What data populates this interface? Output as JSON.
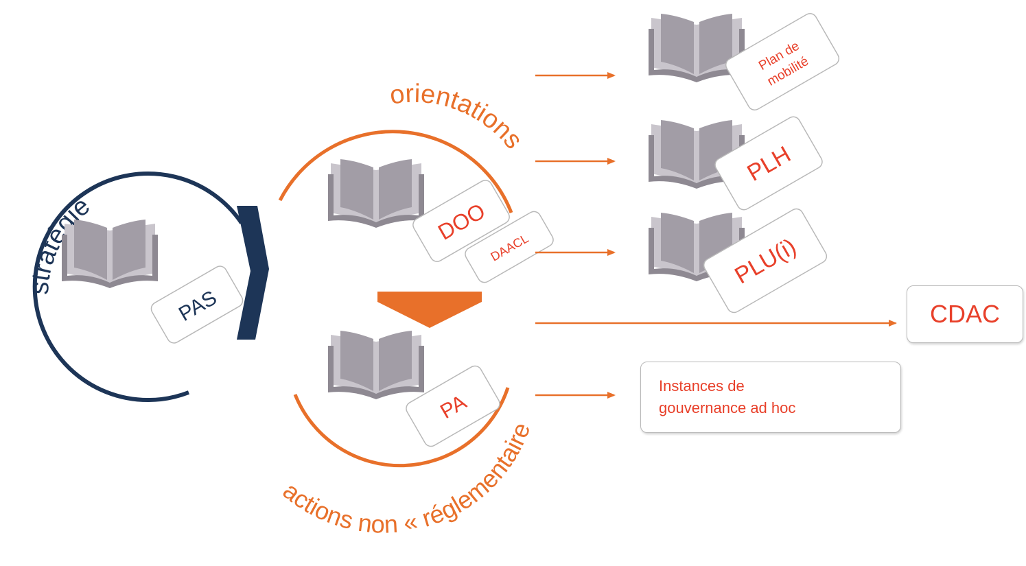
{
  "colors": {
    "navy": "#1d3557",
    "orange": "#e8702a",
    "red": "#e8402a",
    "book": "#9f9aa3",
    "book_light": "#c4c0c7"
  },
  "labels": {
    "strategie": "stratégie",
    "orientations": "orientations",
    "actions": "actions non « réglementaires »"
  },
  "documents": {
    "pas": "PAS",
    "doo": "DOO",
    "daacl": "DAACL",
    "pa": "PA",
    "plan_mobilite_line1": "Plan de",
    "plan_mobilite_line2": "mobilité",
    "plh": "PLH",
    "plui": "PLU(i)"
  },
  "targets": {
    "cdac": "CDAC",
    "instances_line1": "Instances de",
    "instances_line2": "gouvernance ad hoc"
  }
}
